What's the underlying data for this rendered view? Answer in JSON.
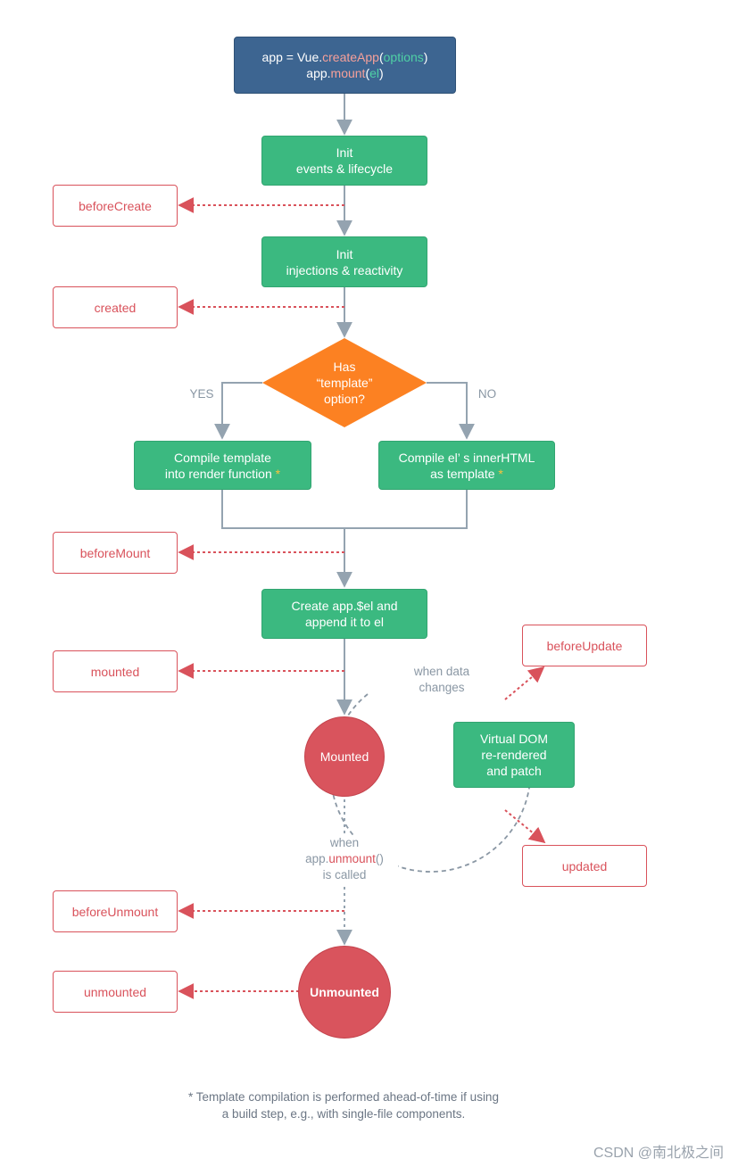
{
  "start": {
    "line1_prefix": "app = Vue.",
    "line1_fn": "createApp",
    "line1_open": "(",
    "line1_arg": "options",
    "line1_close": ")",
    "line2_prefix": "app.",
    "line2_fn": "mount",
    "line2_open": "(",
    "line2_arg": "el",
    "line2_close": ")"
  },
  "steps": {
    "init_events": [
      "Init",
      "events & lifecycle"
    ],
    "init_injections": [
      "Init",
      "injections & reactivity"
    ],
    "decision": [
      "Has",
      "“template”",
      "option?"
    ],
    "compile_template": [
      "Compile template",
      "into render function"
    ],
    "compile_el": [
      "Compile el’ s innerHTML",
      "as template"
    ],
    "create_el": [
      "Create app.$el and",
      "append it to el"
    ],
    "virtual_dom": [
      "Virtual DOM",
      "re-rendered",
      "and patch"
    ],
    "star": "*"
  },
  "branches": {
    "yes": "YES",
    "no": "NO"
  },
  "states": {
    "mounted": "Mounted",
    "unmounted": "Unmounted"
  },
  "hooks": {
    "before_create": "beforeCreate",
    "created": "created",
    "before_mount": "beforeMount",
    "mounted": "mounted",
    "before_update": "beforeUpdate",
    "updated": "updated",
    "before_unmount": "beforeUnmount",
    "unmounted": "unmounted"
  },
  "annotations": {
    "when_data_changes": [
      "when data",
      "changes"
    ],
    "when_unmount_1": "when",
    "when_unmount_prefix": "app.",
    "when_unmount_fn": "unmount",
    "when_unmount_suffix": "()",
    "when_unmount_3": "is called"
  },
  "footnote": [
    "* Template compilation is performed ahead-of-time if using",
    "a build step, e.g., with single-file components."
  ],
  "watermark": "CSDN @南北极之间",
  "colors": {
    "green": "#3bb980",
    "blue": "#3d6591",
    "orange": "#fc8122",
    "red": "#d9525b",
    "connector": "#94a3b0"
  }
}
